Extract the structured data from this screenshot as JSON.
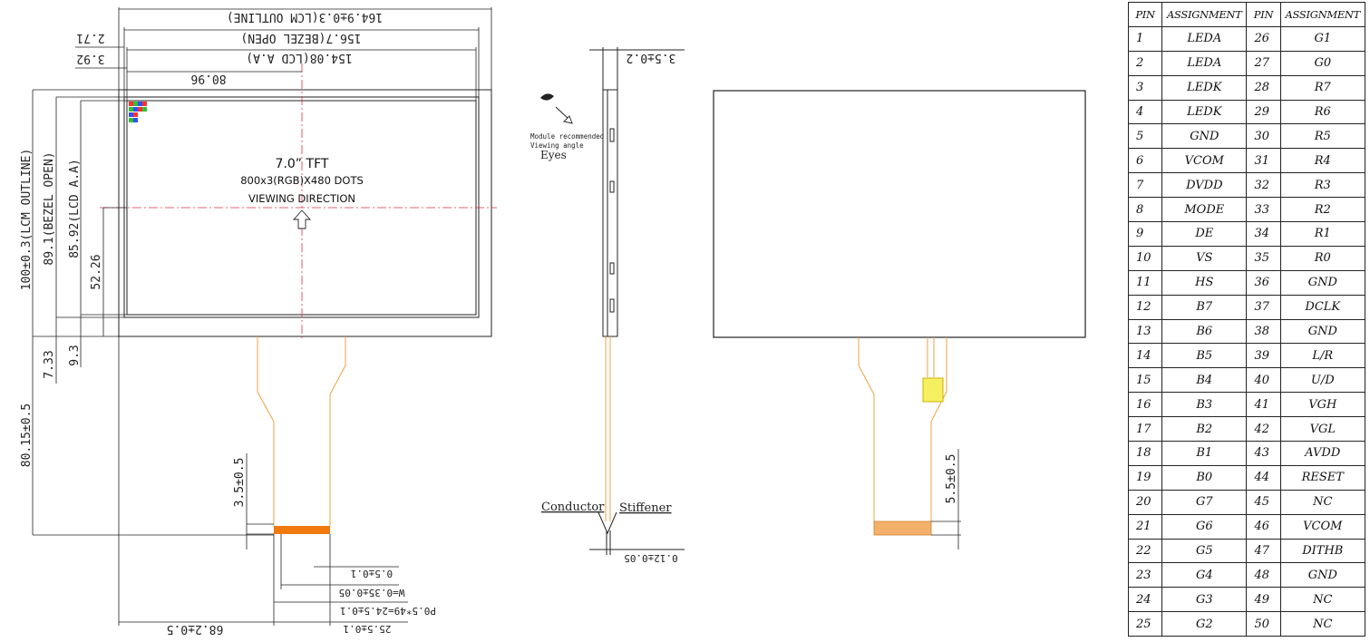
{
  "display": {
    "line1": "7.0” TFT",
    "line2": "800x3(RGB)X480 DOTS",
    "line3": "VIEWING DIRECTION"
  },
  "dims": {
    "lcm_outline_w": "164.9±0.3(LCM OUTLINE)",
    "bezel_open_w": "156.7(BEZEL OPEN)",
    "lcd_aa_w": "154.08(LCD A.A)",
    "left_271": "2.71",
    "left_392": "3.92",
    "half_8096": "80.96",
    "lcm_outline_h": "100±0.3(LCM OUTLINE)",
    "bezel_open_h": "89.1(BEZEL OPEN)",
    "lcd_aa_h": "85.92(LCD A.A)",
    "h_5226": "52.26",
    "bot_733": "7.33",
    "bot_93": "9.3",
    "fpc_len": "80.15±0.5",
    "fpc_stiff": "3.5±0.5",
    "pitch_w": "0.5±0.1",
    "lead_w": "W=0.35±0.05",
    "pitch_total": "P0.5*49=24.5±0.1",
    "fpc_width": "25.5±0.1",
    "fpc_offset": "68.2±0.5",
    "thickness": "3.5±0.2",
    "fpc_thick": "0.12±0.05",
    "back_stiff": "5.5±0.5"
  },
  "side": {
    "note1": "Module recommended",
    "note2": "Viewing angle",
    "eyes": "Eyes",
    "conductor": "Conductor",
    "stiffener": "Stiffener"
  },
  "table": {
    "headers": [
      "PIN",
      "ASSIGNMENT",
      "PIN",
      "ASSIGNMENT"
    ],
    "rows": [
      [
        "1",
        "LEDA",
        "26",
        "G1"
      ],
      [
        "2",
        "LEDA",
        "27",
        "G0"
      ],
      [
        "3",
        "LEDK",
        "28",
        "R7"
      ],
      [
        "4",
        "LEDK",
        "29",
        "R6"
      ],
      [
        "5",
        "GND",
        "30",
        "R5"
      ],
      [
        "6",
        "VCOM",
        "31",
        "R4"
      ],
      [
        "7",
        "DVDD",
        "32",
        "R3"
      ],
      [
        "8",
        "MODE",
        "33",
        "R2"
      ],
      [
        "9",
        "DE",
        "34",
        "R1"
      ],
      [
        "10",
        "VS",
        "35",
        "R0"
      ],
      [
        "11",
        "HS",
        "36",
        "GND"
      ],
      [
        "12",
        "B7",
        "37",
        "DCLK"
      ],
      [
        "13",
        "B6",
        "38",
        "GND"
      ],
      [
        "14",
        "B5",
        "39",
        "L/R"
      ],
      [
        "15",
        "B4",
        "40",
        "U/D"
      ],
      [
        "16",
        "B3",
        "41",
        "VGH"
      ],
      [
        "17",
        "B2",
        "42",
        "VGL"
      ],
      [
        "18",
        "B1",
        "43",
        "AVDD"
      ],
      [
        "19",
        "B0",
        "44",
        "RESET"
      ],
      [
        "20",
        "G7",
        "45",
        "NC"
      ],
      [
        "21",
        "G6",
        "46",
        "VCOM"
      ],
      [
        "22",
        "G5",
        "47",
        "DITHB"
      ],
      [
        "23",
        "G4",
        "48",
        "GND"
      ],
      [
        "24",
        "G3",
        "49",
        "NC"
      ],
      [
        "25",
        "G2",
        "50",
        "NC"
      ]
    ]
  },
  "colors": {
    "line": "#222222",
    "fpc": "#f0a040",
    "center": "#e0304a",
    "fpc_contact": "#f07a10"
  }
}
